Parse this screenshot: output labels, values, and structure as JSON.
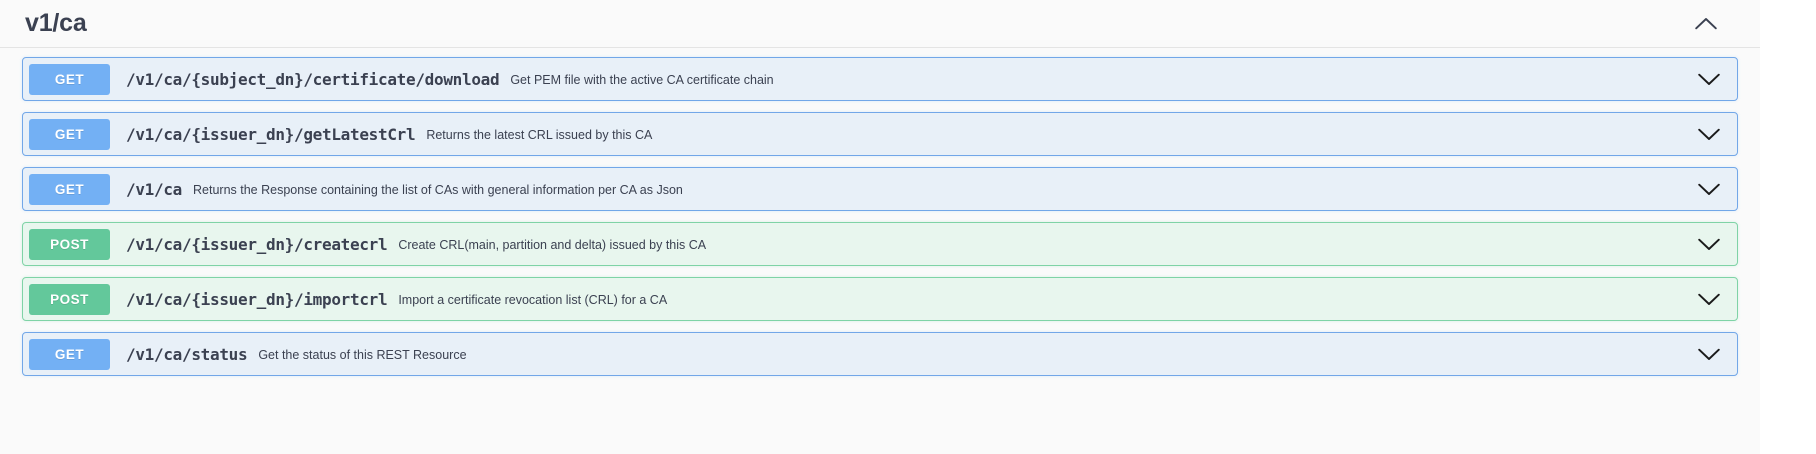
{
  "section": {
    "tag_title": "v1/ca",
    "collapse_icon": "chevron-up-icon",
    "expanded": true
  },
  "colors": {
    "get_badge": "#73b0f4",
    "post_badge": "#63c89b",
    "get_row_bg": "#e8f0f8",
    "get_row_border": "#72a7e8",
    "post_row_bg": "#e8f6ee",
    "post_row_border": "#7fd3a6",
    "text": "#3b4151",
    "page_bg": "#fafafa",
    "divider": "#e4e4e4"
  },
  "operations": [
    {
      "method": "GET",
      "method_class": "get",
      "path": "/v1/ca/{subject_dn}/certificate/download",
      "description": "Get PEM file with the active CA certificate chain",
      "expand_icon": "chevron-down-icon"
    },
    {
      "method": "GET",
      "method_class": "get",
      "path": "/v1/ca/{issuer_dn}/getLatestCrl",
      "description": "Returns the latest CRL issued by this CA",
      "expand_icon": "chevron-down-icon"
    },
    {
      "method": "GET",
      "method_class": "get",
      "path": "/v1/ca",
      "description": "Returns the Response containing the list of CAs with general information per CA as Json",
      "expand_icon": "chevron-down-icon"
    },
    {
      "method": "POST",
      "method_class": "post",
      "path": "/v1/ca/{issuer_dn}/createcrl",
      "description": "Create CRL(main, partition and delta) issued by this CA",
      "expand_icon": "chevron-down-icon"
    },
    {
      "method": "POST",
      "method_class": "post",
      "path": "/v1/ca/{issuer_dn}/importcrl",
      "description": "Import a certificate revocation list (CRL) for a CA",
      "expand_icon": "chevron-down-icon"
    },
    {
      "method": "GET",
      "method_class": "get",
      "path": "/v1/ca/status",
      "description": "Get the status of this REST Resource",
      "expand_icon": "chevron-down-icon"
    }
  ]
}
